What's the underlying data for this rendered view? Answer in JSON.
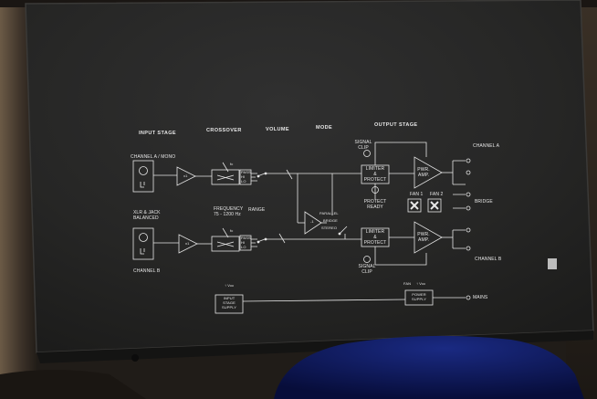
{
  "headers": {
    "input_stage": "INPUT STAGE",
    "crossover": "CROSSOVER",
    "volume": "VOLUME",
    "mode": "MODE",
    "output_stage": "OUTPUT STAGE"
  },
  "inputs": {
    "channel_a_mono": "CHANNEL A / MONO",
    "xlr_line1": "XLR & JACK",
    "xlr_line2": "BALANCED",
    "channel_b": "CHANNEL B",
    "gain_a": "x1",
    "gain_b": "x1"
  },
  "crossover": {
    "frequency_line1": "FREQUENCY",
    "frequency_line2": "75 - 1200 Hz",
    "range": "RANGE",
    "pass_label": "PASS",
    "hi_label": "HI",
    "lo_label": "LO",
    "fc_label": "fc"
  },
  "mode": {
    "parallel": "PARALLEL",
    "bridge": "BRIDGE",
    "stereo": "STEREO",
    "inverter": "-1"
  },
  "output": {
    "signal_clip_top_line1": "SIGNAL",
    "signal_clip_top_line2": "CLIP",
    "limiter_line1": "LIMITER",
    "limiter_line2": "&",
    "limiter_line3": "PROTECT",
    "pwr_amp_line1": "PWR.",
    "pwr_amp_line2": "AMP.",
    "protect_line1": "PROTECT",
    "protect_line2": "READY",
    "fan1": "FAN 1",
    "fan2": "FAN 2",
    "signal_clip_bottom_line1": "SIGNAL",
    "signal_clip_bottom_line2": "CLIP",
    "channel_a": "CHANNEL A",
    "bridge": "BRIDGE",
    "channel_b": "CHANNEL B"
  },
  "supply": {
    "input_vcc": "↑ Vcc",
    "input_line1": "INPUT",
    "input_line2": "STAGE",
    "input_line3": "SUPPLY",
    "fan_label": "FAN",
    "power_vcc": "↑ Vcc",
    "power_line1": "POWER",
    "power_line2": "SUPPLY",
    "mains": "MAINS"
  },
  "colors": {
    "panel": "#242423",
    "panel_edge": "#3a3937",
    "print": "#e6e6e6",
    "background_wall": "#2e2a25",
    "cloth": "#0f1a5a",
    "label_bg": "#f0f0f0"
  }
}
